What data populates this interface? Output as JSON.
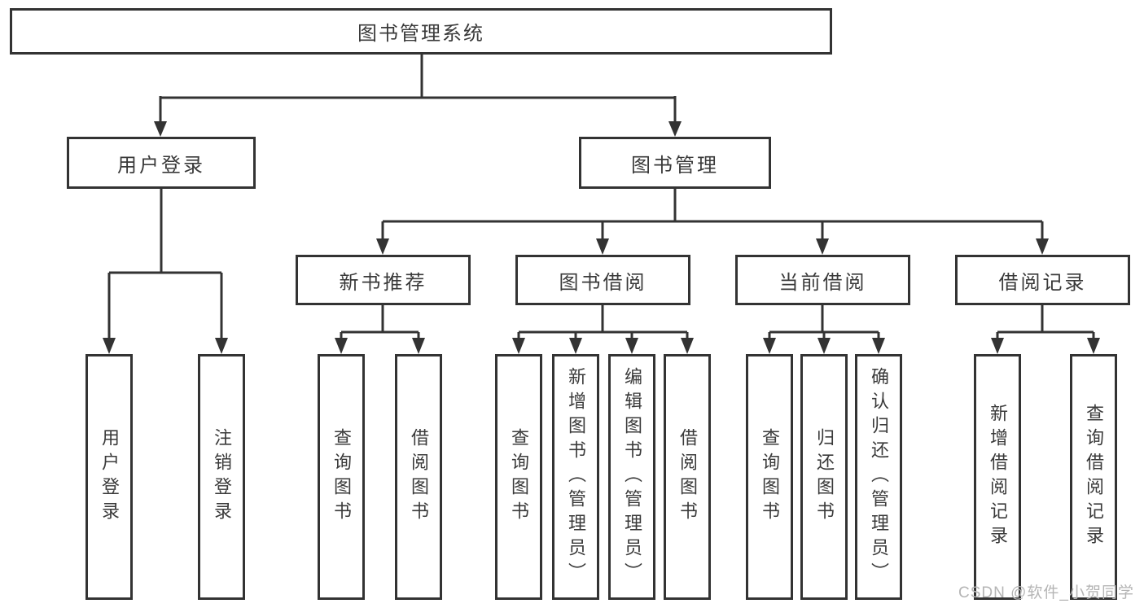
{
  "diagram": {
    "root": {
      "label": "图书管理系统"
    },
    "branches": [
      {
        "label": "用户登录",
        "children": [
          {
            "label": "用户登录"
          },
          {
            "label": "注销登录"
          }
        ]
      },
      {
        "label": "图书管理",
        "children": [
          {
            "label": "新书推荐",
            "children": [
              {
                "label": "查询图书"
              },
              {
                "label": "借阅图书"
              }
            ]
          },
          {
            "label": "图书借阅",
            "children": [
              {
                "label": "查询图书"
              },
              {
                "label": "新增图书（管理员）"
              },
              {
                "label": "编辑图书（管理员）"
              },
              {
                "label": "借阅图书"
              }
            ]
          },
          {
            "label": "当前借阅",
            "children": [
              {
                "label": "查询图书"
              },
              {
                "label": "归还图书"
              },
              {
                "label": "确认归还（管理员）"
              }
            ]
          },
          {
            "label": "借阅记录",
            "children": [
              {
                "label": "新增借阅记录"
              },
              {
                "label": "查询借阅记录"
              }
            ]
          }
        ]
      }
    ]
  },
  "watermark": {
    "text": "CSDN @软件_小贺同学",
    "color": "#b5b5b5"
  },
  "colors": {
    "line": "#333333",
    "text": "#3a3a3a",
    "box_fill": "#ffffff",
    "background": "#ffffff"
  }
}
